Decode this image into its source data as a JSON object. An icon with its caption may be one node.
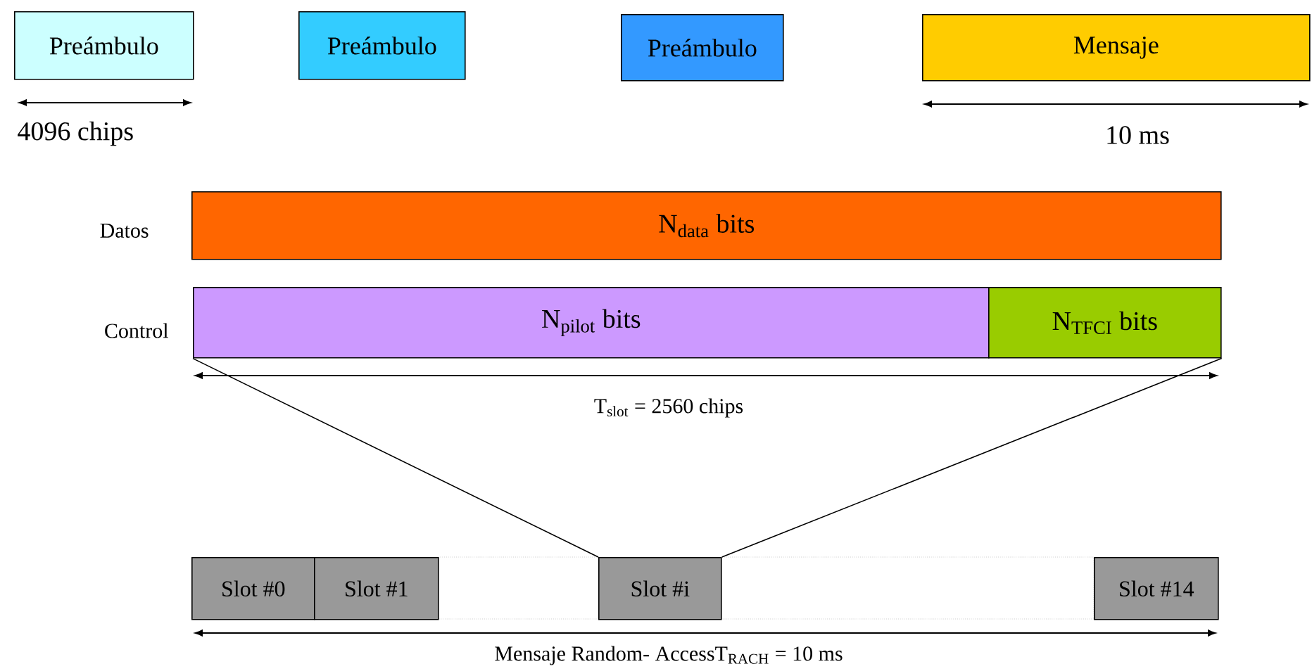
{
  "diagram": {
    "nodes": [
      {
        "text": [
          "Preámbulo"
        ]
      },
      {
        "text": [
          "Preámbulo"
        ]
      },
      {
        "text": [
          "Preámbulo"
        ]
      },
      {
        "text": [
          "Mensaje"
        ]
      },
      {
        "text": [
          "N$_{data}$ bits"
        ]
      },
      {
        "text": [
          "N$_{pilot}$ bits"
        ]
      },
      {
        "text": [
          "N$_{TFCI}$ bits"
        ]
      },
      {
        "text": [
          "Slot #0"
        ]
      },
      {
        "text": [
          "Slot #1"
        ]
      },
      {
        "text": [
          "Slot #i"
        ]
      },
      {
        "text": [
          "Slot #14"
        ]
      }
    ],
    "edges": [
      {
        "from": 5,
        "to": 9,
        "arrow": "none"
      },
      {
        "from": 6,
        "to": 9,
        "arrow": "none"
      }
    ],
    "labels": [
      "4096 chips",
      "10 ms",
      "Datos",
      "Control",
      "T$_{slot}$ = 2560 chips",
      "Mensaje Random- AccessT$_{RACH}$ = 10 ms"
    ]
  }
}
